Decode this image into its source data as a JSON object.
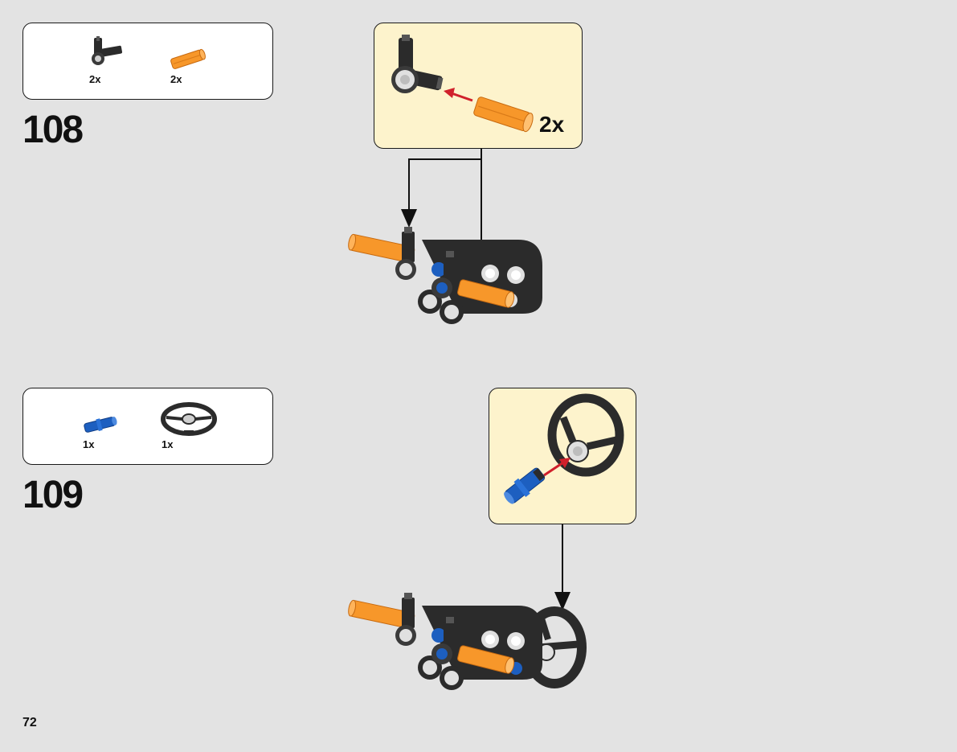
{
  "page": {
    "number": "72"
  },
  "colors": {
    "background": "#e3e3e3",
    "callout_bg": "#fdf3cc",
    "part_orange": "#f7972a",
    "part_blue": "#1d5fc0",
    "part_black": "#2b2b2b",
    "part_gray": "#cfcfcf",
    "arrow_red": "#d0202b"
  },
  "steps": [
    {
      "number": "108",
      "parts": [
        {
          "icon": "black-angle-connector-icon",
          "quantity": "2x"
        },
        {
          "icon": "orange-axle-icon",
          "quantity": "2x"
        }
      ],
      "callout": {
        "multiplier": "2x"
      }
    },
    {
      "number": "109",
      "parts": [
        {
          "icon": "blue-axle-pin-icon",
          "quantity": "1x"
        },
        {
          "icon": "steering-wheel-icon",
          "quantity": "1x"
        }
      ]
    }
  ]
}
